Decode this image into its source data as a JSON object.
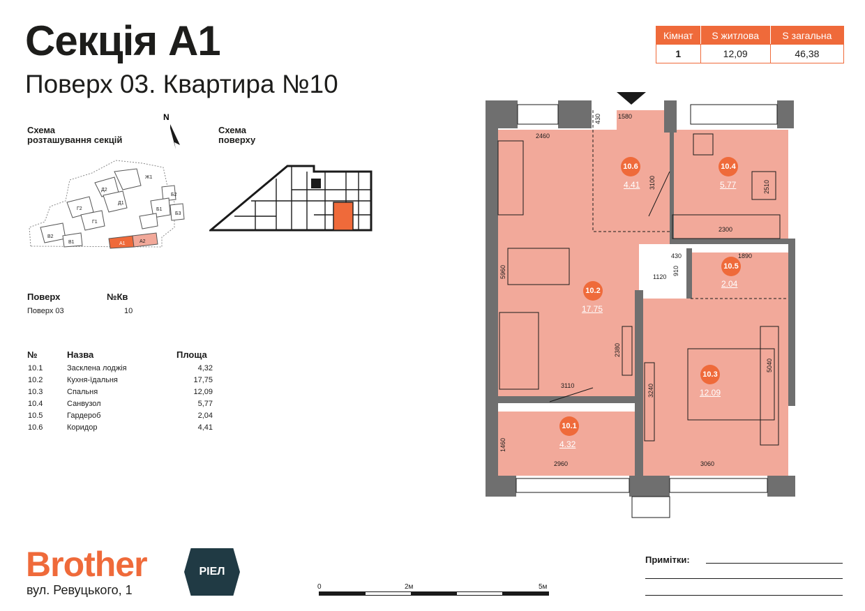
{
  "header": {
    "title": "Секція А1",
    "subtitle": "Поверх 03. Квартира №10"
  },
  "summary": {
    "headers": [
      "Кімнат",
      "S житлова",
      "S загальна"
    ],
    "values": [
      "1",
      "12,09",
      "46,38"
    ]
  },
  "schemes": {
    "sections_label_1": "Схема",
    "sections_label_2": "розташування секцій",
    "floor_label_1": "Схема",
    "floor_label_2": "поверху",
    "north": "N",
    "section_labels": [
      "Ж1",
      "Д2",
      "Д1",
      "Г2",
      "Г1",
      "В2",
      "В1",
      "Б2",
      "Б1",
      "Б3",
      "А1",
      "А2"
    ]
  },
  "apartment_info": {
    "floor_header": "Поверх",
    "number_header": "№Кв",
    "floor_value": "Поверх 03",
    "number_value": "10"
  },
  "rooms_table": {
    "headers": [
      "№",
      "Назва",
      "Площа"
    ],
    "rows": [
      {
        "num": "10.1",
        "name": "Засклена лоджія",
        "area": "4,32"
      },
      {
        "num": "10.2",
        "name": "Кухня-їдальня",
        "area": "17,75"
      },
      {
        "num": "10.3",
        "name": "Спальня",
        "area": "12,09"
      },
      {
        "num": "10.4",
        "name": "Санвузол",
        "area": "5,77"
      },
      {
        "num": "10.5",
        "name": "Гардероб",
        "area": "2,04"
      },
      {
        "num": "10.6",
        "name": "Коридор",
        "area": "4,41"
      }
    ]
  },
  "plan": {
    "room_tags": [
      {
        "id": "10.6",
        "area": "4.41"
      },
      {
        "id": "10.4",
        "area": "5.77"
      },
      {
        "id": "10.5",
        "area": "2.04"
      },
      {
        "id": "10.2",
        "area": "17.75"
      },
      {
        "id": "10.3",
        "area": "12.09"
      },
      {
        "id": "10.1",
        "area": "4.32"
      }
    ],
    "dimensions": [
      "1580",
      "430",
      "2460",
      "3100",
      "2510",
      "2300",
      "430",
      "1890",
      "910",
      "1120",
      "5960",
      "2380",
      "3110",
      "3240",
      "5040",
      "1460",
      "2960",
      "3060"
    ]
  },
  "brand": {
    "name": "Brother",
    "badge": "РІЕЛ",
    "address": "вул. Ревуцького, 1"
  },
  "scale": {
    "labels": [
      "0",
      "2м",
      "5м"
    ]
  },
  "notes": {
    "label": "Примітки:"
  },
  "colors": {
    "accent": "#ef6a3a",
    "room_fill": "#f2a99a",
    "wall": "#6f6f6f",
    "badge": "#203a44"
  }
}
